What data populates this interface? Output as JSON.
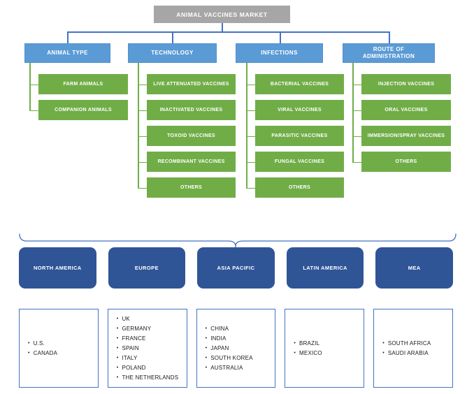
{
  "root": {
    "title": "ANIMAL VACCINES MARKET"
  },
  "categories": [
    {
      "label": "ANIMAL TYPE",
      "items": [
        "FARM ANIMALS",
        "COMPANION ANIMALS"
      ]
    },
    {
      "label": "TECHNOLOGY",
      "items": [
        "LIVE ATTENUATED VACCINES",
        "INACTIVATED VACCINES",
        "TOXOID VACCINES",
        "RECOMBINANT VACCINES",
        "OTHERS"
      ]
    },
    {
      "label": "INFECTIONS",
      "items": [
        "BACTERIAL VACCINES",
        "VIRAL VACCINES",
        "PARASITIC VACCINES",
        "FUNGAL VACCINES",
        "OTHERS"
      ]
    },
    {
      "label": "ROUTE OF ADMINISTRATION",
      "items": [
        "INJECTION VACCINES",
        "ORAL VACCINES",
        "IMMERSION/SPRAY VACCINES",
        "OTHERS"
      ]
    }
  ],
  "regions": [
    {
      "label": "NORTH AMERICA",
      "countries": [
        "U.S.",
        "CANADA"
      ]
    },
    {
      "label": "EUROPE",
      "countries": [
        "UK",
        "GERMANY",
        "FRANCE",
        "SPAIN",
        "ITALY",
        "POLAND",
        "THE NETHERLANDS"
      ]
    },
    {
      "label": "ASIA PACIFIC",
      "countries": [
        "CHINA",
        "INDIA",
        "JAPAN",
        "SOUTH KOREA",
        "AUSTRALIA"
      ]
    },
    {
      "label": "LATIN AMERICA",
      "countries": [
        "BRAZIL",
        "MEXICO"
      ]
    },
    {
      "label": "MEA",
      "countries": [
        "SOUTH AFRICA",
        "SAUDI ARABIA"
      ]
    }
  ],
  "colors": {
    "root_bg": "#A6A6A6",
    "category_bg": "#5B9BD5",
    "item_bg": "#70AD47",
    "region_bg": "#2F5597",
    "connector_blue": "#4472C4",
    "connector_green": "#70AD47",
    "country_border": "#4472C4"
  }
}
